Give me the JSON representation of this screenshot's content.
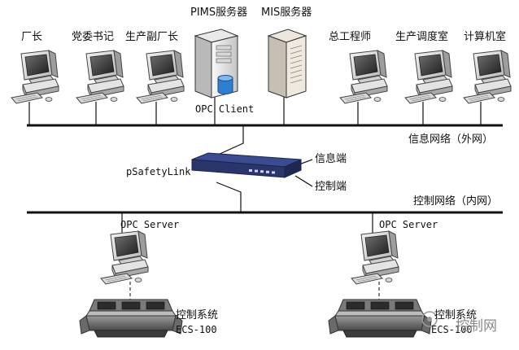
{
  "nodes": {
    "factory_director": "厂长",
    "party_secretary": "党委书记",
    "production_vice_director": "生产副厂长",
    "pims_server": "PIMS服务器",
    "mis_server": "MIS服务器",
    "chief_engineer": "总工程师",
    "production_dispatch_room": "生产调度室",
    "computer_room": "计算机室",
    "opc_client": "OPC Client",
    "gateway": "pSafetyLink",
    "info_port": "信息端",
    "control_port": "控制端",
    "opc_server_left": "OPC Server",
    "opc_server_right": "OPC Server",
    "control_system_left": "控制系统",
    "control_system_left_model": "ECS-100",
    "control_system_right": "控制系统",
    "control_system_right_model": "ECS-100"
  },
  "networks": {
    "info_network": "信息网络（外网）",
    "control_network": "控制网络（内网）"
  },
  "watermark": "控制网"
}
